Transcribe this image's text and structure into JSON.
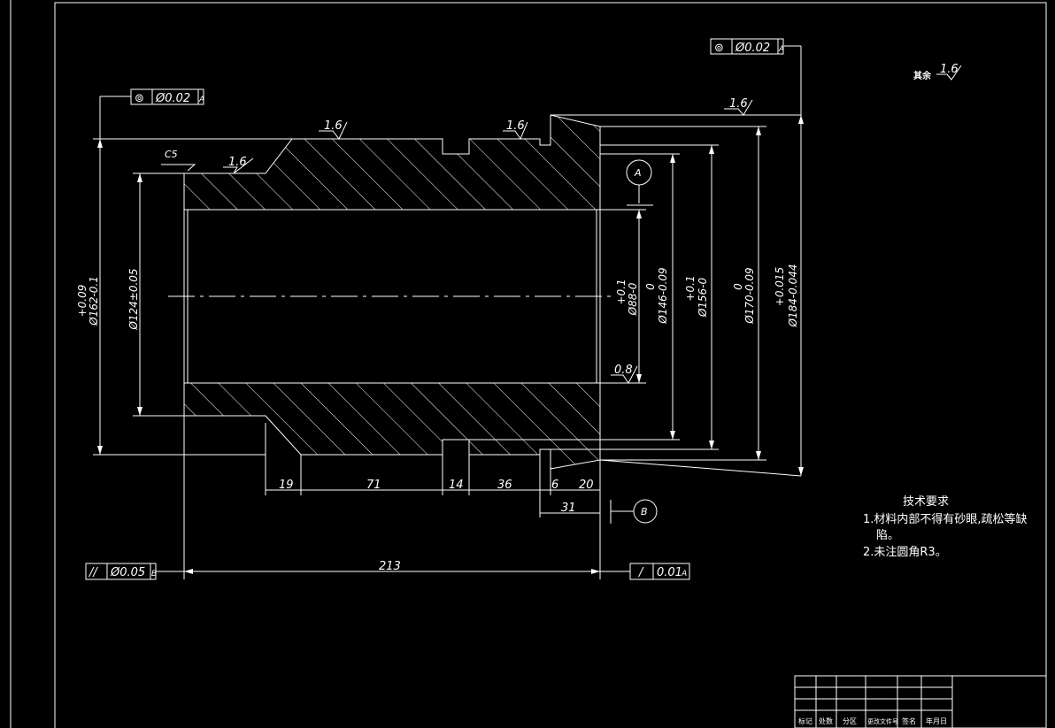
{
  "drawing": {
    "tolerance_frames": {
      "top_left": {
        "symbol": "⊚",
        "value": "Ø0.02",
        "datum": "A"
      },
      "top_right": {
        "symbol": "⊚",
        "value": "Ø0.02",
        "datum": "A"
      },
      "bottom_left": {
        "symbol": "//",
        "value": "Ø0.05",
        "datum": "B"
      },
      "bottom_right": {
        "symbol": "/",
        "value": "0.01",
        "datum": "A"
      }
    },
    "roughness": {
      "r1": "1.6",
      "r2": "1.6",
      "r3": "1.6",
      "r4": "1.6",
      "r5": "0.8",
      "other_label": "其余",
      "other_value": "1.6"
    },
    "chamfer": "C5",
    "datums": {
      "a": "A",
      "b": "B"
    },
    "horizontal_dims": {
      "d19": "19",
      "d71": "71",
      "d14": "14",
      "d36": "36",
      "d6": "6",
      "d20": "20",
      "d31": "31",
      "d213": "213"
    },
    "vertical_dims": {
      "left1_tol": "+0.09",
      "left1_val": "Ø162-0.1",
      "left2_val": "Ø124±0.05",
      "r1_tol": "+0.1",
      "r1_val": "Ø88-0",
      "r2_tol": "0",
      "r2_val": "Ø146-0.09",
      "r3_tol": "+0.1",
      "r3_val": "Ø156-0",
      "r4_tol": "0",
      "r4_val": "Ø170-0.09",
      "r5_tol": "+0.015",
      "r5_val": "Ø184-0.044"
    },
    "notes": {
      "title": "技术要求",
      "line1": "1.材料内部不得有砂眼,疏松等缺",
      "line1b": "陷。",
      "line2": "2.未注圆角R3。"
    },
    "title_block": {
      "c1": "标记",
      "c2": "处数",
      "c3": "分区",
      "c4": "更改文件号",
      "c5": "签名",
      "c6": "年月日"
    }
  }
}
